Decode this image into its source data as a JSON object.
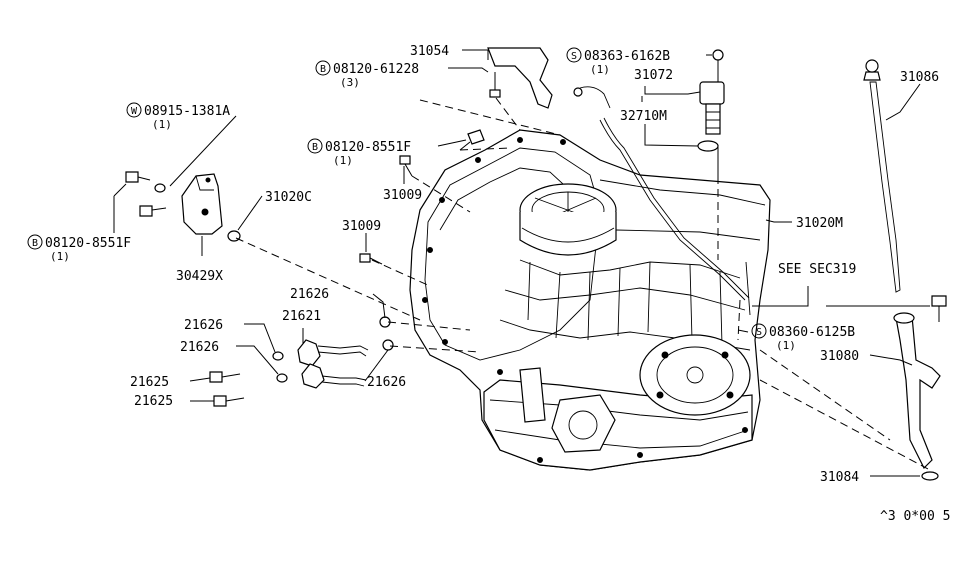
{
  "parts": {
    "p31054": "31054",
    "p08120_61228": "08120-61228",
    "p08120_61228_qty": "(3)",
    "p08363": "08363-6162B",
    "p08363_qty": "(1)",
    "p31072": "31072",
    "p32710m": "32710M",
    "p31086": "31086",
    "p08915": "08915-1381A",
    "p08915_qty": "(1)",
    "p08120_8551f_top": "08120-8551F",
    "p08120_8551f_top_qty": "(1)",
    "p31009_a": "31009",
    "p31009_b": "31009",
    "p31020c": "31020C",
    "p31020m": "31020M",
    "p08120_8551f_left": "08120-8551F",
    "p08120_8551f_left_qty": "(1)",
    "p30429x": "30429X",
    "see_sec": "SEE SEC319",
    "p21626_a": "21626",
    "p21626_b": "21626",
    "p21626_c": "21626",
    "p21626_d": "21626",
    "p21621": "21621",
    "p21625_a": "21625",
    "p21625_b": "21625",
    "p08360": "08360-6125B",
    "p08360_qty": "(1)",
    "p31080": "31080",
    "p31084": "31084"
  },
  "marks": {
    "bolt": "B",
    "screw": "S",
    "washer": "W"
  },
  "footer": {
    "code": "^3 0*00 5"
  }
}
